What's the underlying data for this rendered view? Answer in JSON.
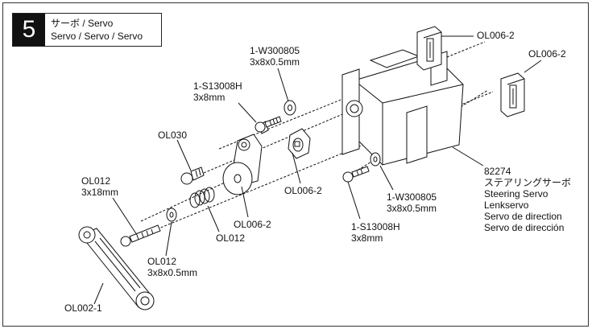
{
  "step": {
    "number": "5",
    "title_line1": "サーボ / Servo",
    "title_line2": "Servo / Servo / Servo"
  },
  "labels": {
    "ol006_top": "OL006-2",
    "ol006_right": "OL006-2",
    "w300805_top_code": "1-W300805",
    "w300805_top_size": "3x8x0.5mm",
    "s13008h_top_code": "1-S13008H",
    "s13008h_top_size": "3x8mm",
    "ol030": "OL030",
    "ol012_shaft_code": "OL012",
    "ol012_shaft_size": "3x18mm",
    "ol006_horn_a": "OL006-2",
    "ol006_horn_b": "OL006-2",
    "ol012_spring": "OL012",
    "ol012_washer_code": "OL012",
    "ol012_washer_size": "3x8x0.5mm",
    "ol002": "OL002-1",
    "w300805_bottom_code": "1-W300805",
    "w300805_bottom_size": "3x8x0.5mm",
    "s13008h_bottom_code": "1-S13008H",
    "s13008h_bottom_size": "3x8mm",
    "servo_code": "82274",
    "servo_jp": "ステアリングサーボ",
    "servo_en": "Steering Servo",
    "servo_de": "Lenkservo",
    "servo_fr": "Servo de direction",
    "servo_es": "Servo de dirección"
  }
}
